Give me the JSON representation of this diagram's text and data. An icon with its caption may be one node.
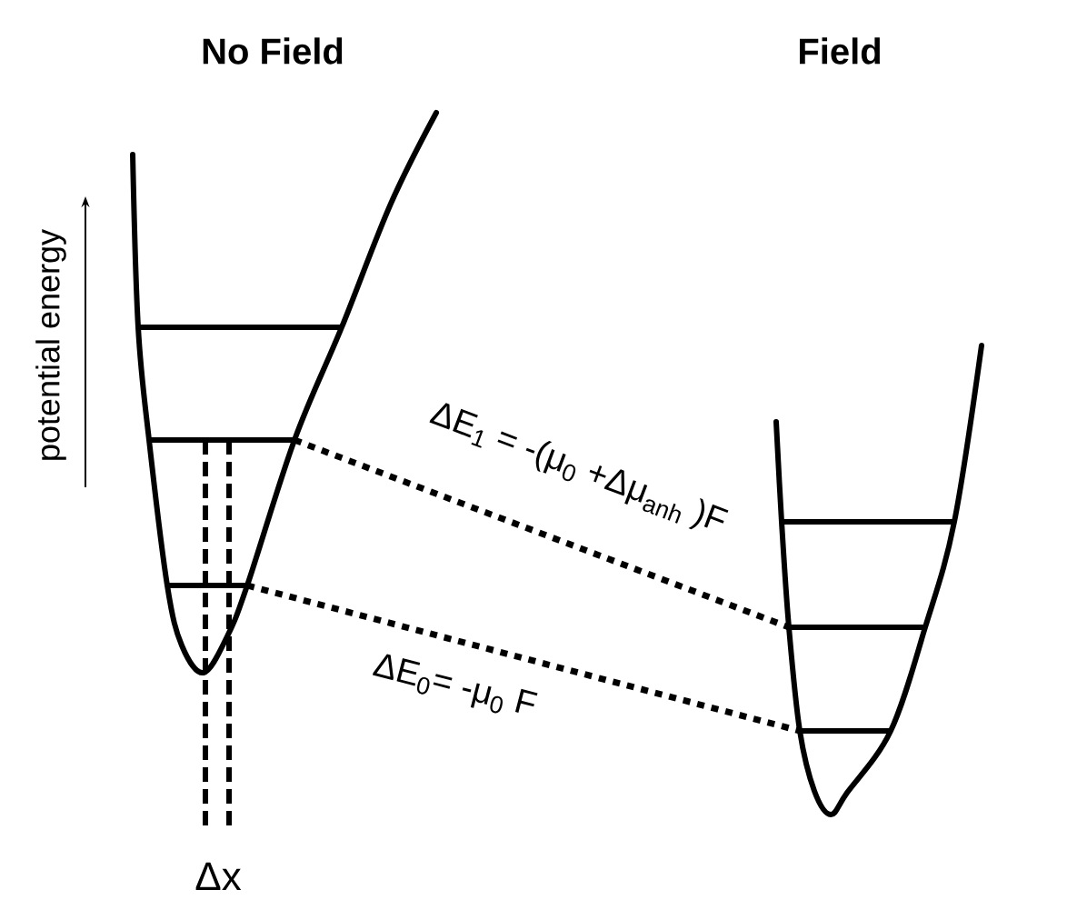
{
  "diagram": {
    "labels": [
      "No Field",
      "Field",
      "potential energy",
      "ΔE$_{1}$ = -(μ$_{0}$ +Δμ$_{anh}$ )F",
      "ΔE$_{0}$= -μ$_{0}$ F",
      "Δx"
    ]
  }
}
